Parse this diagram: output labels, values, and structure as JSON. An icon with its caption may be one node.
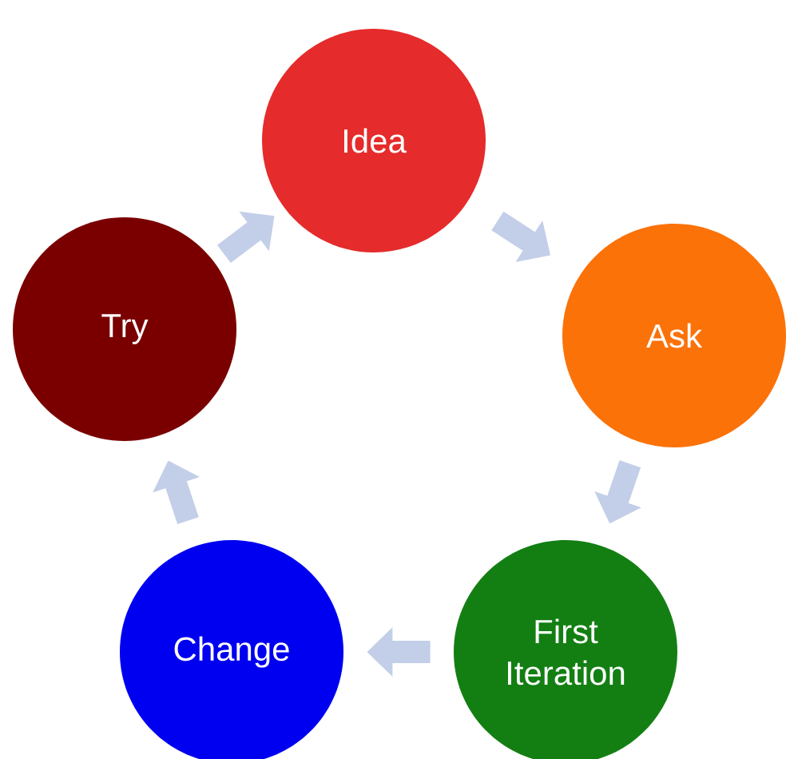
{
  "diagram": {
    "nodes": [
      {
        "text": [
          "Idea"
        ]
      },
      {
        "text": [
          "Ask"
        ]
      },
      {
        "text": [
          "First Iteration"
        ]
      },
      {
        "text": [
          "Change"
        ]
      },
      {
        "text": [
          "Try"
        ]
      }
    ],
    "edges": [
      {
        "from": 0,
        "to": 1,
        "arrow": "to"
      },
      {
        "from": 1,
        "to": 2,
        "arrow": "to"
      },
      {
        "from": 2,
        "to": 3,
        "arrow": "to"
      },
      {
        "from": 3,
        "to": 4,
        "arrow": "to"
      },
      {
        "from": 4,
        "to": 0,
        "arrow": "to"
      }
    ]
  }
}
